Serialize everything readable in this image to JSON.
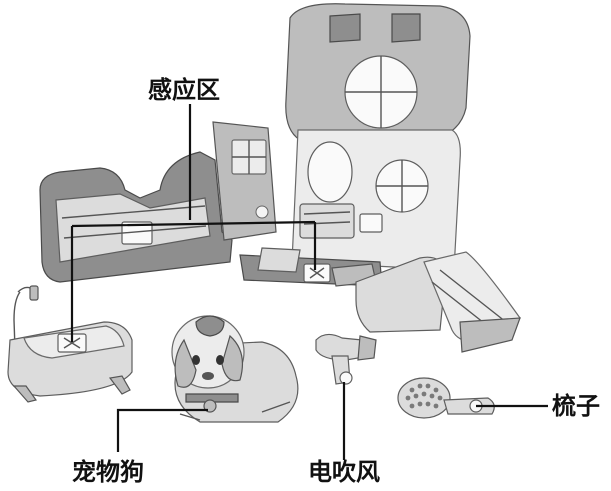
{
  "labels": {
    "sensor_zone": "感应区",
    "puppy": "宠物狗",
    "hair_dryer": "电吹风",
    "comb": "梳子"
  },
  "icons": {
    "playset": "pet-salon-playset-icon",
    "bath": "pet-bath-icon",
    "puppy": "puppy-toy-icon",
    "dryer": "hair-dryer-icon",
    "comb": "comb-icon"
  },
  "colors": {
    "label": "#111111",
    "leader_line": "#111111",
    "background": "#ffffff"
  }
}
